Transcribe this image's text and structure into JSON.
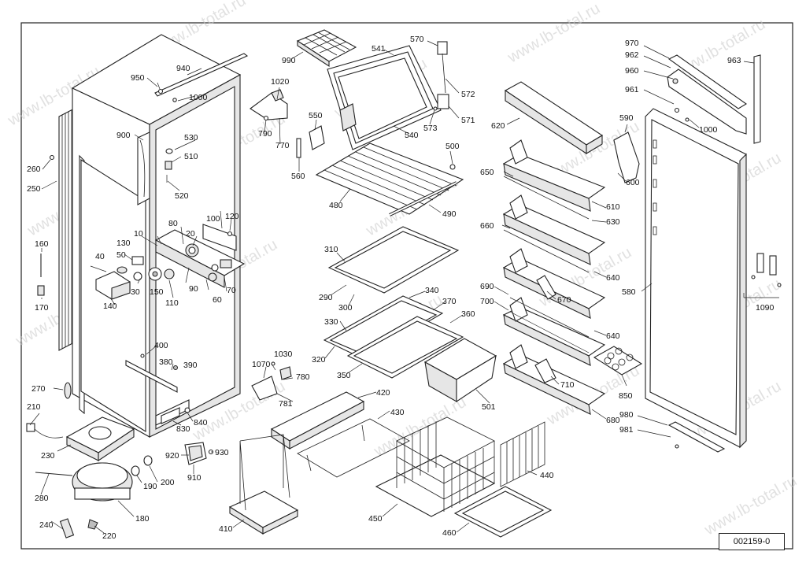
{
  "document": {
    "number": "002159-0",
    "watermark": "www.lb-total.ru"
  },
  "part_labels": {
    "p10": "10",
    "p20": "20",
    "p30": "30",
    "p40": "40",
    "p50": "50",
    "p60": "60",
    "p70": "70",
    "p80": "80",
    "p90": "90",
    "p100": "100",
    "p110": "110",
    "p120": "120",
    "p130": "130",
    "p140": "140",
    "p150": "150",
    "p160": "160",
    "p170": "170",
    "p180": "180",
    "p190": "190",
    "p200": "200",
    "p210": "210",
    "p220": "220",
    "p230": "230",
    "p240": "240",
    "p250": "250",
    "p260": "260",
    "p270": "270",
    "p280": "280",
    "p290": "290",
    "p300": "300",
    "p310": "310",
    "p320": "320",
    "p330": "330",
    "p340": "340",
    "p350": "350",
    "p360": "360",
    "p370": "370",
    "p380": "380",
    "p390": "390",
    "p400": "400",
    "p410": "410",
    "p420": "420",
    "p430": "430",
    "p440": "440",
    "p450": "450",
    "p460": "460",
    "p480": "480",
    "p490": "490",
    "p500": "500",
    "p501": "501",
    "p510": "510",
    "p520": "520",
    "p530": "530",
    "p540": "540",
    "p541": "541",
    "p550": "550",
    "p560": "560",
    "p570": "570",
    "p571": "571",
    "p572": "572",
    "p573": "573",
    "p580": "580",
    "p590": "590",
    "p600": "600",
    "p610": "610",
    "p620": "620",
    "p630": "630",
    "p640a": "640",
    "p640b": "640",
    "p650": "650",
    "p660": "660",
    "p670": "670",
    "p680": "680",
    "p690": "690",
    "p700": "700",
    "p710": "710",
    "p770": "770",
    "p780": "780",
    "p781": "781",
    "p790": "790",
    "p830": "830",
    "p840": "840",
    "p850": "850",
    "p900": "900",
    "p910": "910",
    "p920": "920",
    "p930": "930",
    "p940": "940",
    "p950": "950",
    "p960": "960",
    "p961": "961",
    "p962": "962",
    "p963": "963",
    "p970": "970",
    "p980": "980",
    "p981": "981",
    "p990": "990",
    "p1000a": "1000",
    "p1000b": "1000",
    "p1020": "1020",
    "p1030": "1030",
    "p1070": "1070",
    "p1090": "1090"
  }
}
